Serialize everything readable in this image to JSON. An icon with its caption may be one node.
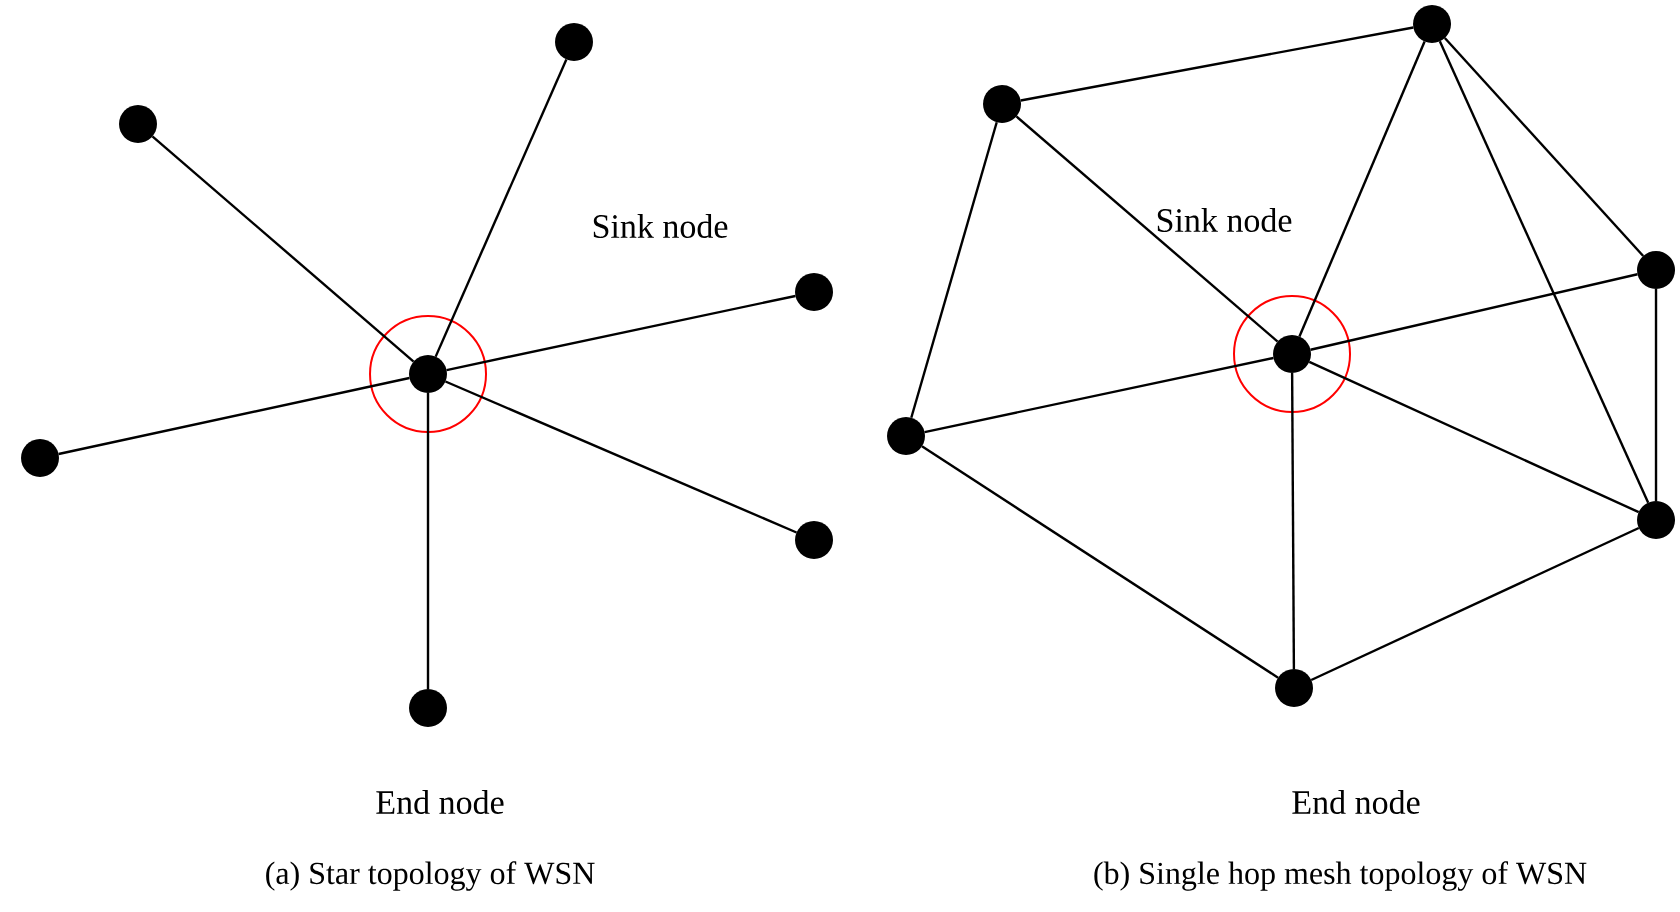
{
  "diagram": {
    "nodes": [
      {
        "text": [],
        "shape": "circle"
      },
      {
        "text": [],
        "shape": "circle"
      },
      {
        "text": [],
        "shape": "circle"
      },
      {
        "text": [],
        "shape": "circle"
      },
      {
        "text": [],
        "shape": "circle"
      },
      {
        "text": [],
        "shape": "circle"
      },
      {
        "text": [],
        "shape": "circle"
      },
      {
        "text": [],
        "shape": "circle"
      },
      {
        "text": [],
        "shape": "circle"
      },
      {
        "text": [],
        "shape": "circle"
      },
      {
        "text": [],
        "shape": "circle"
      },
      {
        "text": [],
        "shape": "circle"
      },
      {
        "text": [],
        "shape": "circle"
      },
      {
        "text": [],
        "shape": "circle"
      }
    ],
    "edges": [
      {
        "from": 3,
        "to": 0,
        "arrow": "none"
      },
      {
        "from": 3,
        "to": 1,
        "arrow": "none"
      },
      {
        "from": 3,
        "to": 2,
        "arrow": "none"
      },
      {
        "from": 3,
        "to": 4,
        "arrow": "none"
      },
      {
        "from": 3,
        "to": 5,
        "arrow": "none"
      },
      {
        "from": 3,
        "to": 6,
        "arrow": "none"
      },
      {
        "from": 8,
        "to": 7,
        "arrow": "none"
      },
      {
        "from": 8,
        "to": 10,
        "arrow": "none"
      },
      {
        "from": 8,
        "to": 11,
        "arrow": "none"
      },
      {
        "from": 7,
        "to": 10,
        "arrow": "none"
      },
      {
        "from": 7,
        "to": 9,
        "arrow": "none"
      },
      {
        "from": 7,
        "to": 12,
        "arrow": "none"
      },
      {
        "from": 9,
        "to": 10,
        "arrow": "none"
      },
      {
        "from": 9,
        "to": 12,
        "arrow": "none"
      },
      {
        "from": 12,
        "to": 10,
        "arrow": "none"
      },
      {
        "from": 12,
        "to": 13,
        "arrow": "none"
      },
      {
        "from": 13,
        "to": 10,
        "arrow": "none"
      },
      {
        "from": 13,
        "to": 11,
        "arrow": "none"
      },
      {
        "from": 11,
        "to": 10,
        "arrow": "none"
      }
    ],
    "labels": [
      "Sink node",
      "Sink node",
      "End node",
      "End node",
      "(a) Star topology of WSN",
      "(b) Single hop mesh topology of WSN"
    ]
  }
}
